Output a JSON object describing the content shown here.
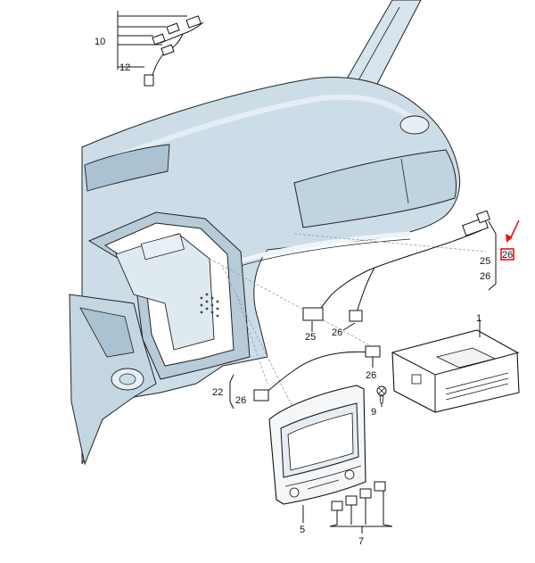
{
  "callouts": {
    "c1": "1",
    "c5": "5",
    "c7": "7",
    "c9": "9",
    "c10": "10",
    "c12": "12",
    "c22": "22",
    "c25a": "25",
    "c25b": "25",
    "c26a": "26",
    "c26b": "26",
    "c26c": "26",
    "c26d": "26",
    "c26e": "26"
  },
  "colors": {
    "dash_fill": "#cfdfe9",
    "dash_shadow": "#9fb8c8",
    "dash_dark": "#5f7d92",
    "outline": "#222222",
    "marker": "#e3141b"
  }
}
